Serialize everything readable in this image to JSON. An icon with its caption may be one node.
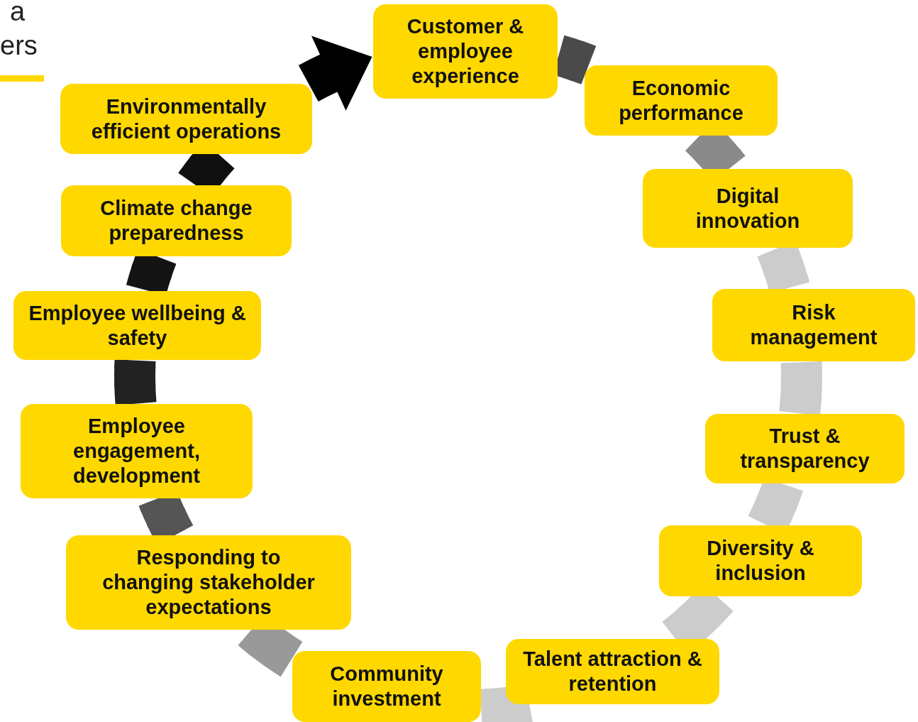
{
  "diagram": {
    "nodes": [
      {
        "text": [
          "Customer & employee experience"
        ]
      },
      {
        "text": [
          "Economic performance"
        ]
      },
      {
        "text": [
          "Digital innovation"
        ]
      },
      {
        "text": [
          "Risk management"
        ]
      },
      {
        "text": [
          "Trust & transparency"
        ]
      },
      {
        "text": [
          "Diversity & inclusion"
        ]
      },
      {
        "text": [
          "Talent attraction & retention"
        ]
      },
      {
        "text": [
          "Community investment"
        ]
      },
      {
        "text": [
          "Responding to changing stakeholder expectations"
        ]
      },
      {
        "text": [
          "Employee engagement, development"
        ]
      },
      {
        "text": [
          "Employee wellbeing & safety"
        ]
      },
      {
        "text": [
          "Climate change preparedness"
        ]
      },
      {
        "text": [
          "Environmentally efficient operations"
        ]
      }
    ],
    "edges": [
      {
        "from": 0,
        "to": 1,
        "arrow": "none",
        "color": "#4a4a4a"
      },
      {
        "from": 1,
        "to": 2,
        "arrow": "none",
        "color": "#8a8a8a"
      },
      {
        "from": 2,
        "to": 3,
        "arrow": "none"
      },
      {
        "from": 3,
        "to": 4,
        "arrow": "none"
      },
      {
        "from": 4,
        "to": 5,
        "arrow": "none"
      },
      {
        "from": 5,
        "to": 6,
        "arrow": "none"
      },
      {
        "from": 6,
        "to": 7,
        "arrow": "none"
      },
      {
        "from": 7,
        "to": 8,
        "arrow": "none",
        "color": "#999999"
      },
      {
        "from": 8,
        "to": 9,
        "arrow": "none",
        "color": "#555555"
      },
      {
        "from": 9,
        "to": 10,
        "arrow": "none",
        "color": "#222222"
      },
      {
        "from": 10,
        "to": 11,
        "arrow": "none",
        "color": "#141414"
      },
      {
        "from": 11,
        "to": 12,
        "arrow": "none",
        "color": "#0f0f0f"
      },
      {
        "from": 12,
        "to": 0,
        "arrow": "to",
        "color": "#000000"
      }
    ],
    "labels": [
      "a",
      "ers"
    ]
  }
}
